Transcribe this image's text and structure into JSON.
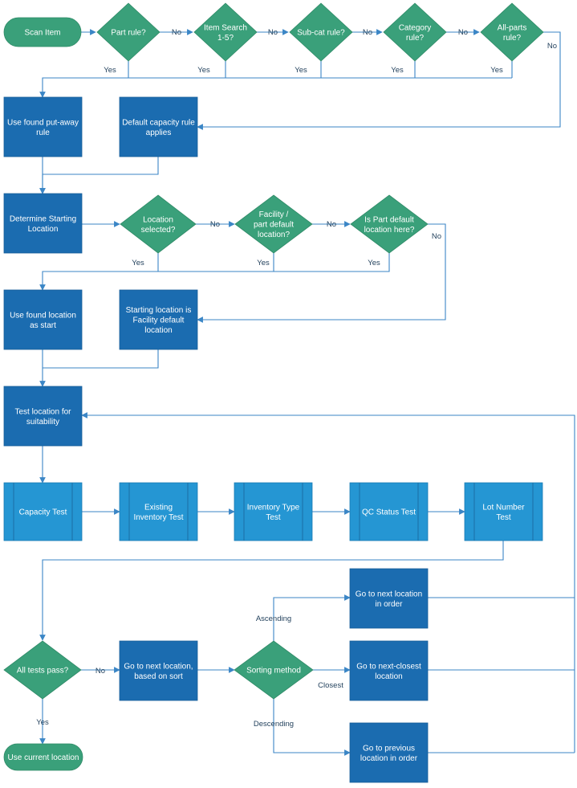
{
  "colors": {
    "process": "#1b6cb0",
    "process_light": "#2596d3",
    "decision": "#3aa07a",
    "terminator": "#3aa07a",
    "connector": "#3b86c6",
    "text": "#ffffff"
  },
  "nodes": {
    "scan_item": "Scan Item",
    "part_rule": "Part rule?",
    "item_search": "Item Search|1-5?",
    "subcat_rule": "Sub-cat rule?",
    "category_rule": "Category|rule?",
    "allparts_rule": "All-parts|rule?",
    "use_found_putaway": "Use found put-away|rule",
    "default_capacity": "Default capacity rule|applies",
    "determine_starting": "Determine Starting|Location",
    "location_selected": "Location|selected?",
    "facility_part_default": "Facility /|part default|location?",
    "is_part_default": "Is Part default|location here?",
    "use_found_location": "Use found location|as start",
    "starting_facility_default": "Starting location is|Facility default|location",
    "test_location": "Test location for|suitability",
    "capacity_test": "Capacity Test",
    "existing_inventory_test": "Existing|Inventory Test",
    "inventory_type_test": "Inventory Type|Test",
    "qc_status_test": "QC Status Test",
    "lot_number_test": "Lot Number|Test",
    "all_tests_pass": "All tests pass?",
    "go_next_sort": "Go to next location,|based on sort",
    "sorting_method": "Sorting method",
    "go_next_order": "Go to next location|in order",
    "go_next_closest": "Go to next-closest|location",
    "go_previous_order": "Go to previous|location in order",
    "use_current_location": "Use current location"
  },
  "edge_labels": {
    "no": "No",
    "yes": "Yes",
    "ascending": "Ascending",
    "closest": "Closest",
    "descending": "Descending"
  }
}
